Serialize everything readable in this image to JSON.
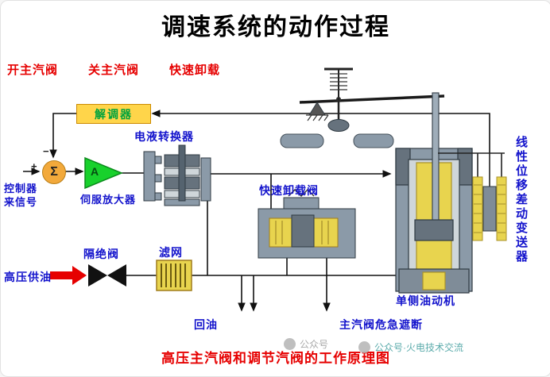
{
  "title": "调速系统的动作过程",
  "legend": {
    "open_valve": "开主汽阀",
    "close_valve": "关主汽阀",
    "quick_unload": "快速卸载"
  },
  "nodes": {
    "demodulator": "解调器",
    "converter_label": "电液转换器",
    "controller_line1": "控制器",
    "controller_line2": "来信号",
    "plus": "+",
    "minus": "−",
    "sigma": "Σ",
    "amp_a": "A",
    "servo_amp": "伺服放大器",
    "quick_valve": "快速卸载阀",
    "isolation_valve": "隔绝阀",
    "filter": "滤网",
    "hp_oil": "高压供油",
    "oil_return": "回油",
    "emergency": "主汽阀危急遮断",
    "servomotor": "单侧油动机",
    "lvdt": "线性位移差动变送器"
  },
  "caption": "高压主汽阀和调节汽阀的工作原理图",
  "watermark": {
    "left_label": "公众号",
    "right_label": "公众号·火电技术交流"
  },
  "colors": {
    "label_blue": "#1313cc",
    "label_red": "#e60000",
    "demod_green": "#00a33c",
    "demod_bg": "#ffd54a",
    "sum_orange": "#f2a93b",
    "amp_green": "#18d12c",
    "metal_gray": "#8b9aa8",
    "metal_dark": "#66727d",
    "part_yellow": "#e8d44e"
  }
}
